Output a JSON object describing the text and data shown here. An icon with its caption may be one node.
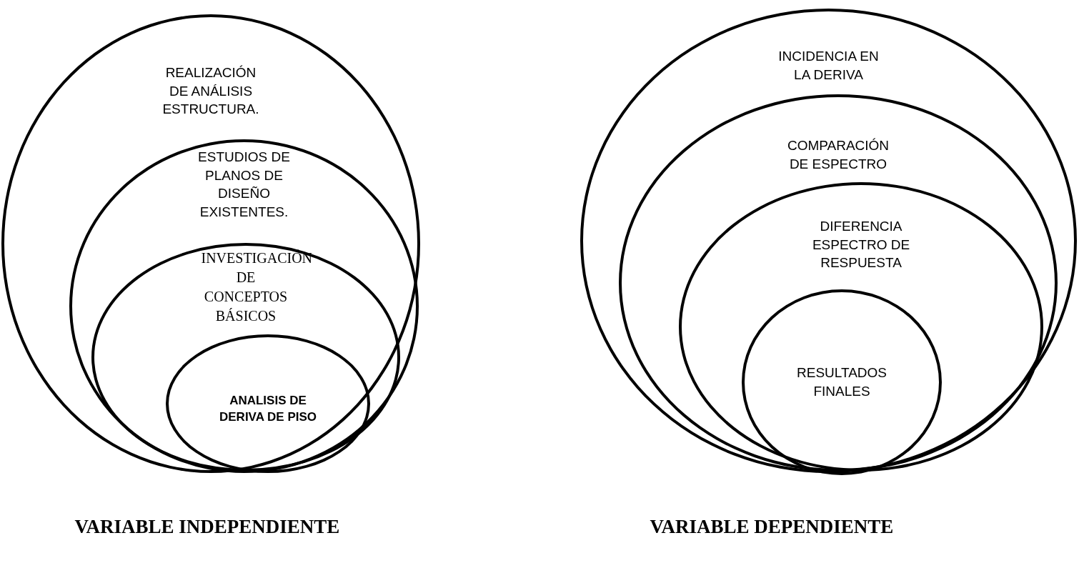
{
  "diagram": {
    "nodes": [
      {
        "text": [
          "REALIZACIÓN DE ANÁLISIS ESTRUCTURA."
        ]
      },
      {
        "text": [
          "ESTUDIOS DE PLANOS DE DISEÑO EXISTENTES."
        ],
        "in": 0
      },
      {
        "text": [
          "INVESTIGACIÓN DE CONCEPTOS BÁSICOS"
        ],
        "in": 1
      },
      {
        "text": [
          "ANALISIS DE DERIVA DE PISO"
        ],
        "in": 2
      },
      {
        "text": [
          "INCIDENCIA EN LA DERIVA"
        ]
      },
      {
        "text": [
          "COMPARACIÓN DE ESPECTRO"
        ],
        "in": 4
      },
      {
        "text": [
          "DIFERENCIA ESPECTRO DE RESPUESTA"
        ],
        "in": 5
      },
      {
        "text": [
          "RESULTADOS FINALES"
        ],
        "in": 6
      }
    ],
    "labels": [
      "VARIABLE INDEPENDIENTE",
      "VARIABLE DEPENDIENTE"
    ]
  }
}
